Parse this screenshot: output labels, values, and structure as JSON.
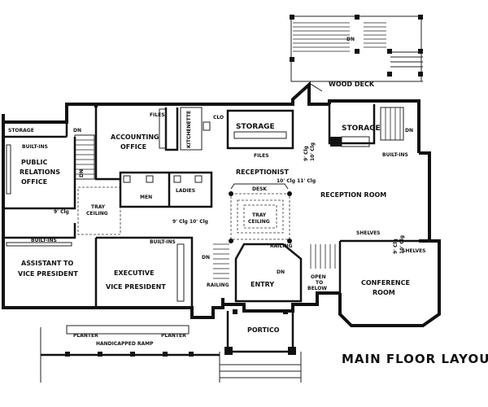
{
  "title": "MAIN FLOOR LAYOUT",
  "rooms": {
    "storage_left": "STORAGE",
    "dn_left": "DN",
    "built_ins_left": "BUILT-INS",
    "public_relations_1": "PUBLIC",
    "public_relations_2": "RELATIONS",
    "public_relations_3": "OFFICE",
    "dn_vertical": "DN",
    "accounting_1": "ACCOUNTING",
    "accounting_2": "OFFICE",
    "files_top": "FILES",
    "kitchenette": "KITCHENETTE",
    "clo": "CLO",
    "storage_center": "STORAGE",
    "files_center": "FILES",
    "receptionist": "RECEPTIONIST",
    "wood_deck": "WOOD DECK",
    "dn_deck": "DN",
    "storage_right": "STORAGE",
    "dn_right": "DN",
    "built_ins_right": "BUILT-INS",
    "men": "MEN",
    "ladies": "LADIES",
    "tray_ceiling_left_1": "TRAY",
    "tray_ceiling_left_2": "CEILING",
    "clg_left": "9' Clg",
    "desk": "DESK",
    "tray_ceiling_center_1": "TRAY",
    "tray_ceiling_center_2": "CEILING",
    "clg_recep_top": "10' Clg  11' Clg",
    "clg_recep_mid": "9' Clg  10' Clg",
    "clg_right_v1": "9' Clg",
    "clg_right_v2": "10' Clg",
    "clg_conf_v1": "9' Clg",
    "clg_conf_v2": "10' Clg",
    "reception_room": "RECEPTION ROOM",
    "shelves_1": "SHELVES",
    "shelves_2": "SHELVES",
    "built_ins_pr": "BUILT-INS",
    "assistant_1": "ASSISTANT TO",
    "assistant_2": "VICE PRESIDENT",
    "built_ins_exec": "BUILT-INS",
    "executive_1": "EXECUTIVE",
    "executive_2": "VICE PRESIDENT",
    "dn_stair": "DN",
    "railing_left": "RAILING",
    "railing_center": "RAILING",
    "dn_entry": "DN",
    "entry": "ENTRY",
    "open_below_1": "OPEN",
    "open_below_2": "TO",
    "open_below_3": "BELOW",
    "conference_1": "CONFERENCE",
    "conference_2": "ROOM",
    "portico": "PORTICO",
    "planter_left": "PLANTER",
    "planter_right": "PLANTER",
    "handicapped_ramp": "HANDICAPPED RAMP"
  }
}
